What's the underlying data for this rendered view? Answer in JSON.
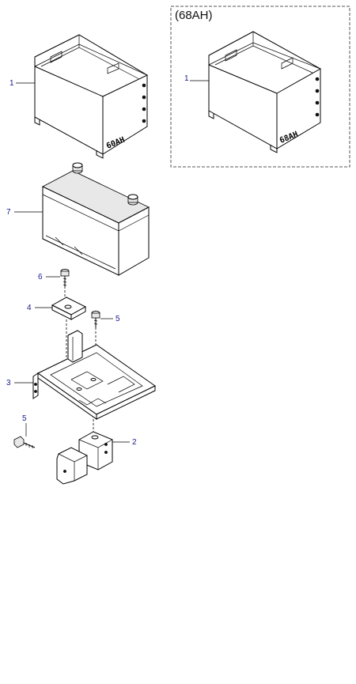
{
  "variant_box": {
    "label": "(68AH)"
  },
  "callouts": {
    "tray_main": "1",
    "tray_variant": "1",
    "battery": "7",
    "bolt_top": "6",
    "clamp": "4",
    "bolt_right": "5",
    "battery_tray": "3",
    "bolt_bottom": "5",
    "bracket": "2"
  },
  "tray_marking": "60AH",
  "tray_marking_variant": "68AH",
  "colors": {
    "line": "#000000",
    "callout": "#1a1a8c",
    "box_border": "#555555"
  }
}
